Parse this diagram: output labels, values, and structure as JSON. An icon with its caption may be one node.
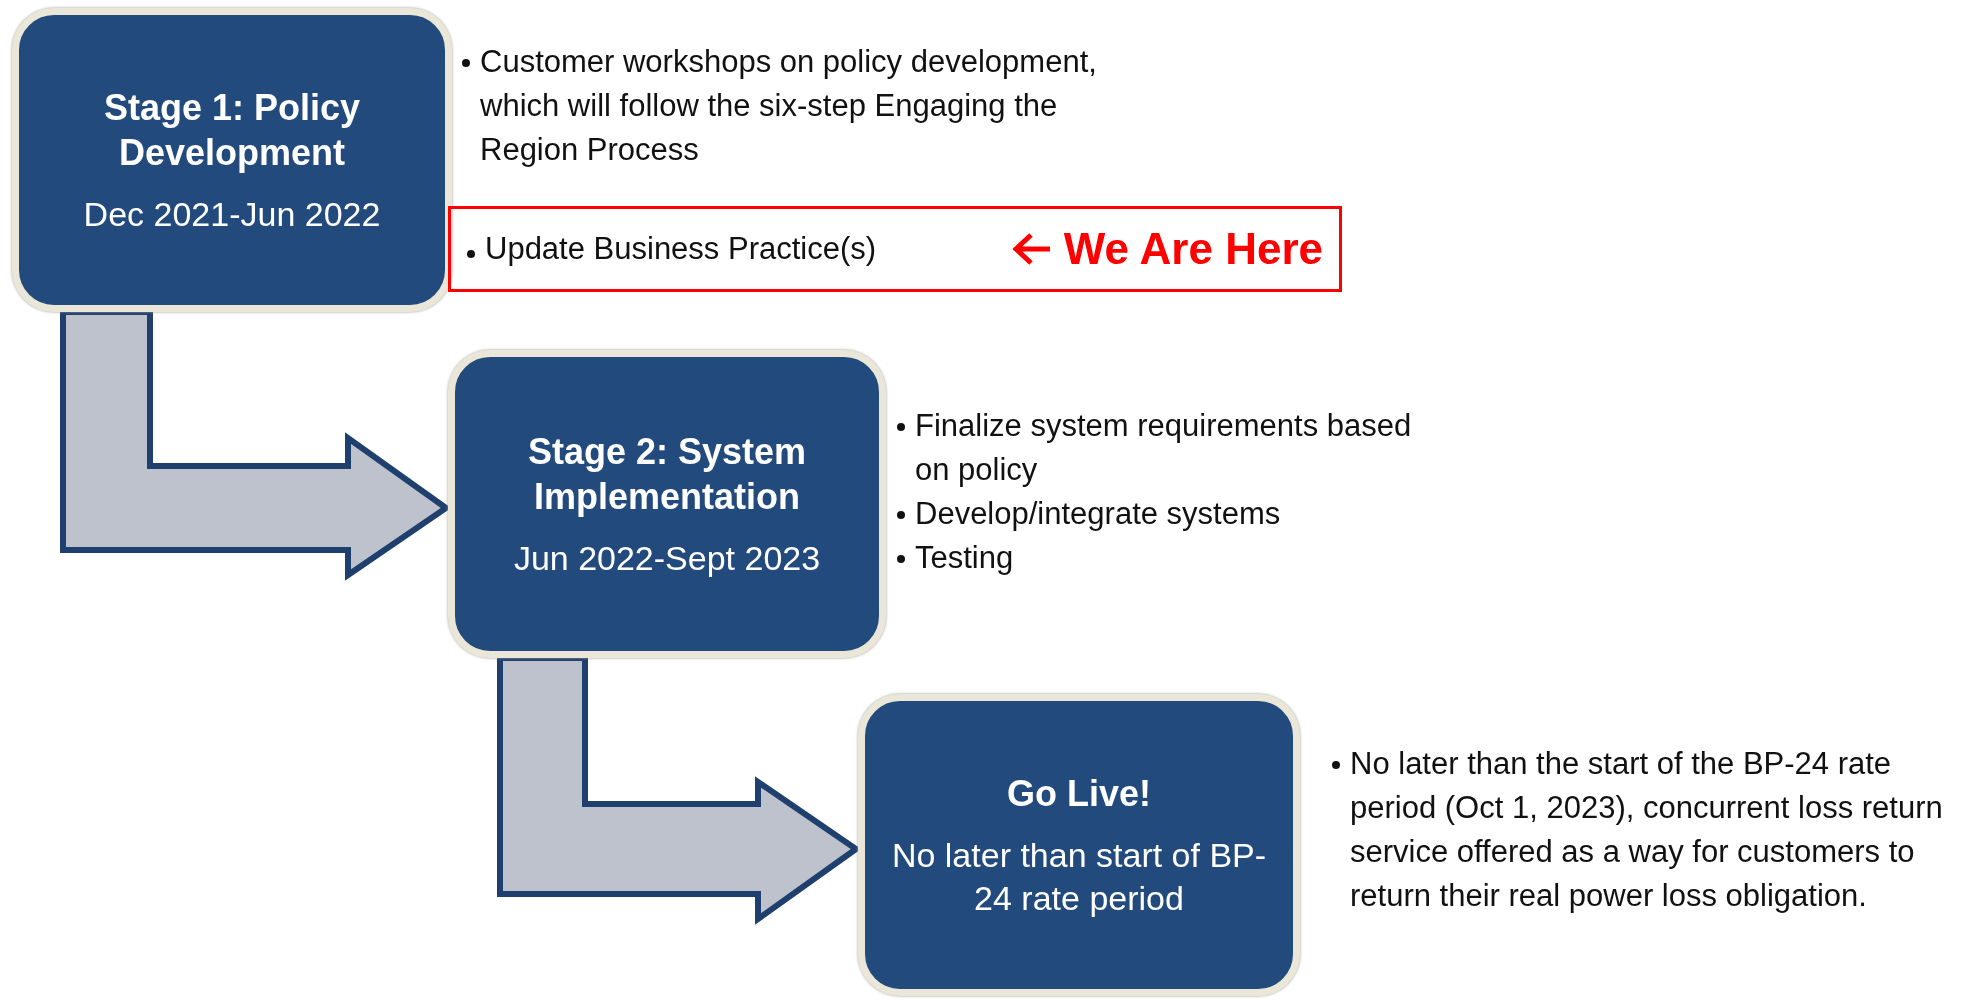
{
  "diagram": {
    "nodes": [
      {
        "text": [
          "Stage 1: Policy Development",
          "Dec 2021-Jun 2022"
        ],
        "beside": [
          "Customer workshops on policy development, which will follow the six-step Engaging the Region Process"
        ]
      },
      {
        "text": [
          "Update Business Practice(s)",
          "We Are Here"
        ]
      },
      {
        "text": [
          "Stage 2: System Implementation",
          "Jun 2022-Sept 2023"
        ],
        "beside": [
          "Finalize system requirements based on policy",
          "Develop/integrate systems",
          "Testing"
        ]
      },
      {
        "text": [
          "Go Live!",
          "No later than start of BP-24 rate period"
        ],
        "beside": [
          "No later than the start of the BP-24 rate period (Oct 1, 2023), concurrent loss return service offered as a way for customers to return their real power loss obligation."
        ]
      }
    ],
    "edges": [
      {
        "from": 0,
        "to": 2,
        "arrow": "to"
      },
      {
        "from": 2,
        "to": 3,
        "arrow": "to"
      }
    ]
  }
}
